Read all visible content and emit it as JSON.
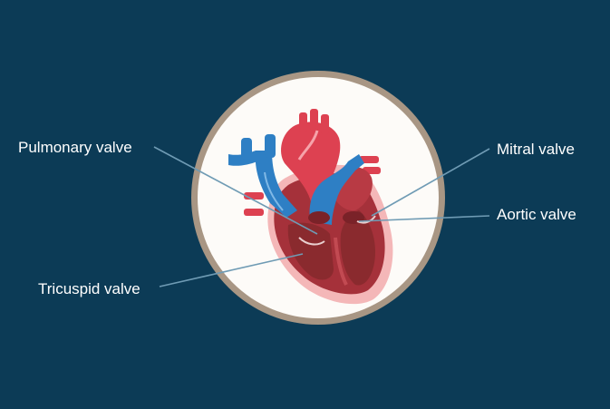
{
  "colors": {
    "background": "#0c3b56",
    "ring": "#a89684",
    "disc": "#fdfbf8",
    "leader_line": "#6f9bb4",
    "vein_blue": "#2e7fc4",
    "artery_red": "#dd4151",
    "myocardium": "#a5313a",
    "chamber": "#8a2a2e",
    "pericardium": "#f4b7b8"
  },
  "labels": {
    "pulmonary": "Pulmonary valve",
    "tricuspid": "Tricuspid valve",
    "mitral": "Mitral valve",
    "aortic": "Aortic valve"
  }
}
